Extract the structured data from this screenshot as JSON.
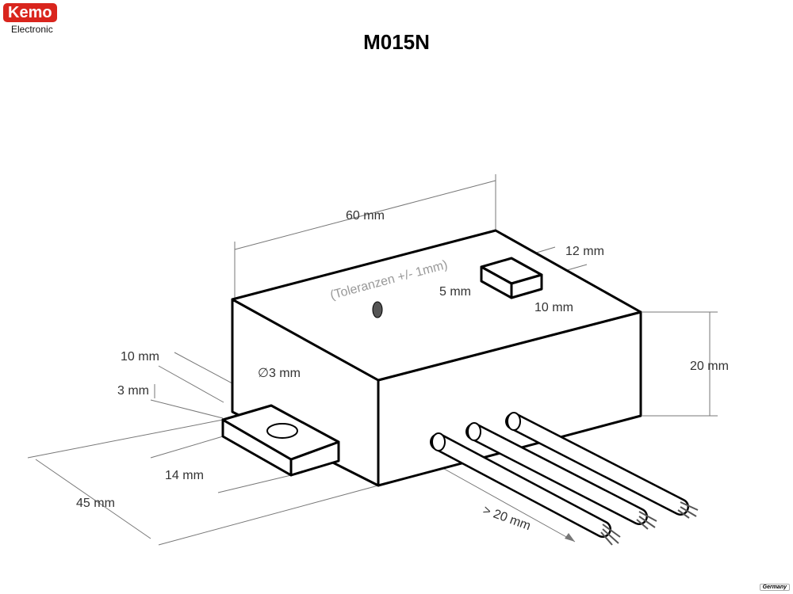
{
  "logo": {
    "brand": "Kemo",
    "sub": "Electronic"
  },
  "title": "M015N",
  "labels": {
    "length": "60 mm",
    "tolerance": "(Toleranzen +/- 1mm)",
    "switch_w": "12 mm",
    "switch_h": "5 mm",
    "switch_d": "10 mm",
    "height": "20 mm",
    "tab_w": "10 mm",
    "tab_h": "3 mm",
    "hole": "∅3 mm",
    "tab_d": "14 mm",
    "depth": "45 mm",
    "wires": "> 20 mm"
  },
  "badge": "Germany"
}
